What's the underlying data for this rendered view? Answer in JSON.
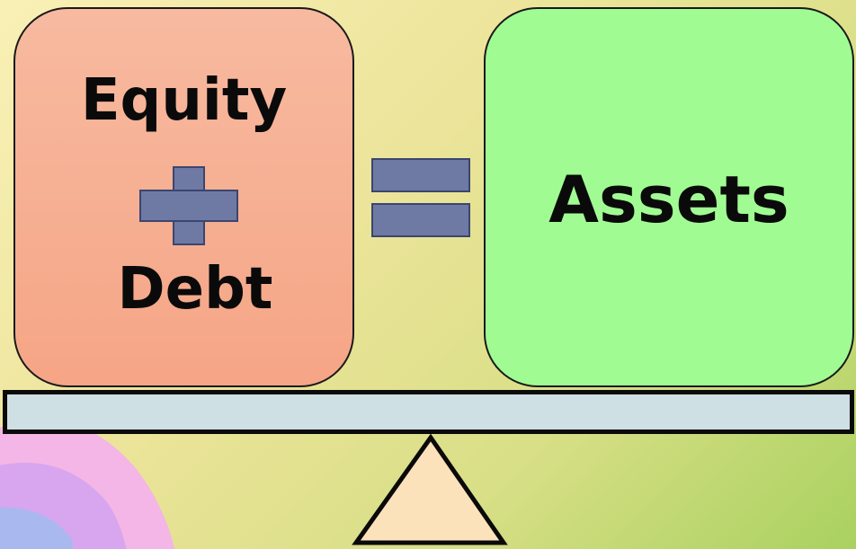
{
  "diagram": {
    "left_box": {
      "top_label": "Equity",
      "bottom_label": "Debt",
      "operator_icon": "plus-icon",
      "fill_color": "#f7b096"
    },
    "equals_icon": "equals-icon",
    "right_box": {
      "label": "Assets",
      "fill_color": "#a0fb93"
    },
    "beam_color": "#cfe0e4",
    "fulcrum_color": "#fbe2bb",
    "operator_color": "#6e7aa4"
  }
}
